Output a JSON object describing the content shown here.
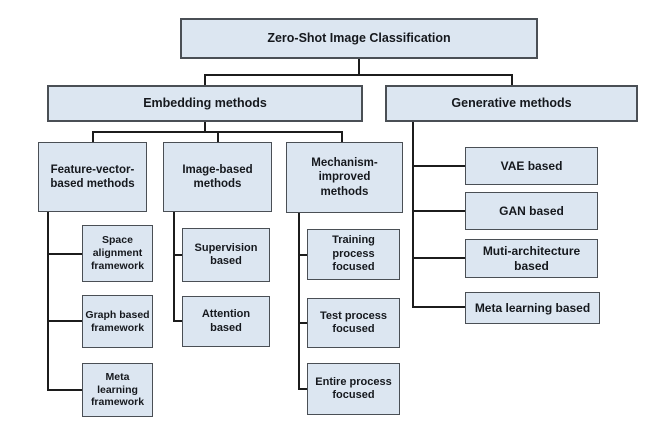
{
  "colors": {
    "box_fill": "#dce6f1",
    "box_border": "#4a4f55",
    "connector": "#1c1c1c",
    "text": "#15181d",
    "background": "#ffffff"
  },
  "diagram": {
    "root": {
      "label": "Zero-Shot Image Classification"
    },
    "embedding": {
      "label": "Embedding methods",
      "feature": {
        "label": "Feature-vector-\nbased methods",
        "leaves": [
          {
            "label": "Space\nalignment\nframework"
          },
          {
            "label": "Graph based\nframework"
          },
          {
            "label": "Meta\nlearning\nframework"
          }
        ]
      },
      "image": {
        "label": "Image-based\nmethods",
        "leaves": [
          {
            "label": "Supervision\nbased"
          },
          {
            "label": "Attention\nbased"
          }
        ]
      },
      "mechanism": {
        "label": "Mechanism-\nimproved\nmethods",
        "leaves": [
          {
            "label": "Training\nprocess\nfocused"
          },
          {
            "label": "Test process\nfocused"
          },
          {
            "label": "Entire process\nfocused"
          }
        ]
      }
    },
    "generative": {
      "label": "Generative methods",
      "leaves": [
        {
          "label": "VAE based"
        },
        {
          "label": "GAN based"
        },
        {
          "label": "Muti-architecture\nbased"
        },
        {
          "label": "Meta learning based"
        }
      ]
    }
  }
}
